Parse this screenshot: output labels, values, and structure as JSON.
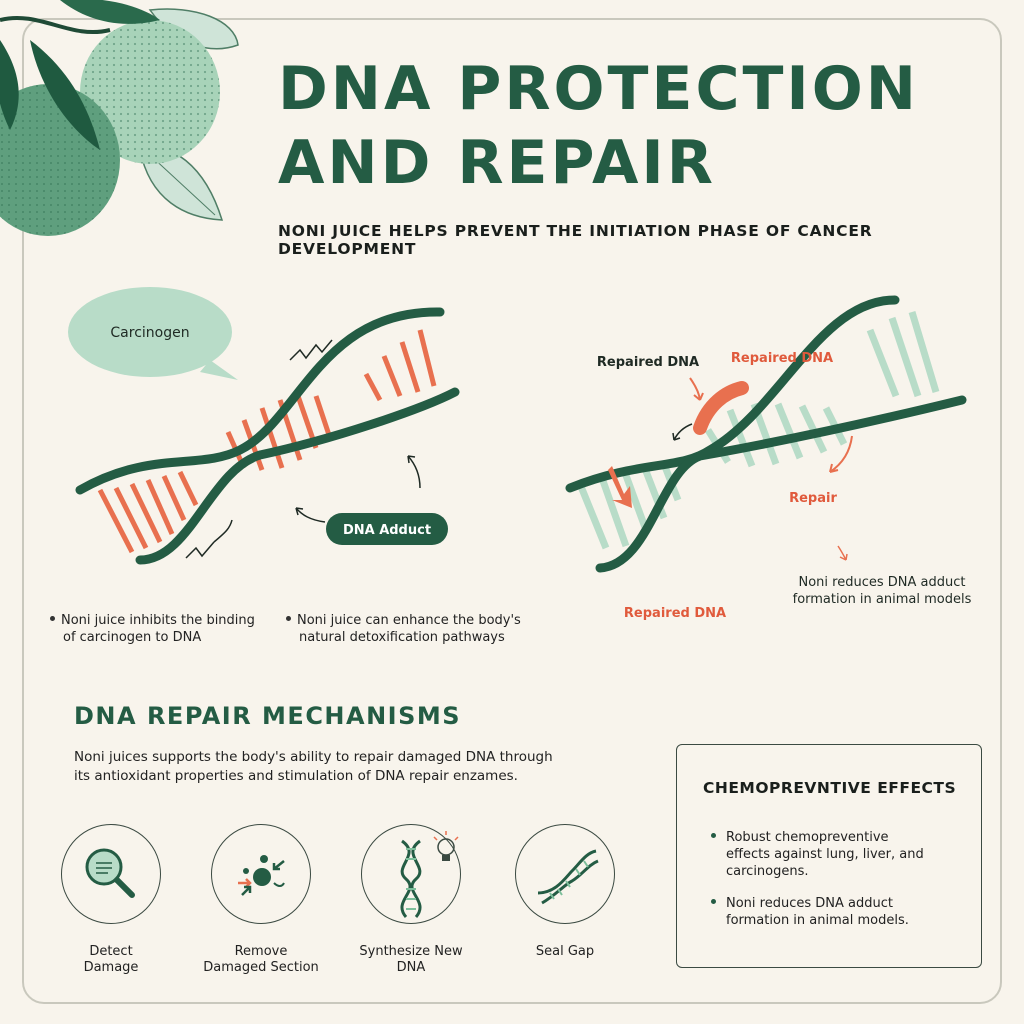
{
  "header": {
    "title_line1": "DNA PROTECTION",
    "title_line2": "AND REPAIR",
    "subtitle": "NONI JUICE HELPS PREVENT THE INITIATION PHASE OF CANCER DEVELOPMENT"
  },
  "left_diagram": {
    "speech_bubble": "Carcinogen",
    "adduct_badge": "DNA Adduct"
  },
  "right_diagram": {
    "label_repaired_1": "Repaired DNA",
    "label_repaired_2": "Repaired DNA",
    "label_repair": "Repair",
    "label_repaired_3": "Repaired DNA",
    "note_line1": "Noni reduces DNA adduct",
    "note_line2": "formation in animal models"
  },
  "bullets": [
    {
      "line1": "Noni juice inhibits the binding",
      "line2": "of carcinogen to DNA"
    },
    {
      "line1": "Noni juice can enhance the body's",
      "line2": "natural detoxification pathways"
    }
  ],
  "repair_section": {
    "title": "DNA REPAIR MECHANISMS",
    "desc_line1": "Noni  juices supports the body's ability to repair damaged DNA through",
    "desc_line2": "its antioxidant properties and stimulation of DNA repair enzames.",
    "steps": [
      {
        "line1": "Detect",
        "line2": "Damage",
        "icon": "magnifier-icon"
      },
      {
        "line1": "Remove",
        "line2": "Damaged Section",
        "icon": "remove-icon"
      },
      {
        "line1": "Synthesize New",
        "line2": "DNA",
        "icon": "dna-lightbulb-icon"
      },
      {
        "line1": "Seal Gap",
        "line2": "",
        "icon": "dna-seal-icon"
      }
    ]
  },
  "panel": {
    "title": "CHEMOPREVNTIVE EFFECTS",
    "items": [
      {
        "line1": "Robust chemopreventive",
        "line2": "effects against lung, liver, and",
        "line3": "carcinogens."
      },
      {
        "line1": "Noni reduces DNA adduct",
        "line2": "formation in animal models."
      }
    ]
  },
  "colors": {
    "dark_green": "#245c44",
    "mint": "#b8dcc8",
    "coral": "#e8704f",
    "background": "#f8f4ec"
  }
}
